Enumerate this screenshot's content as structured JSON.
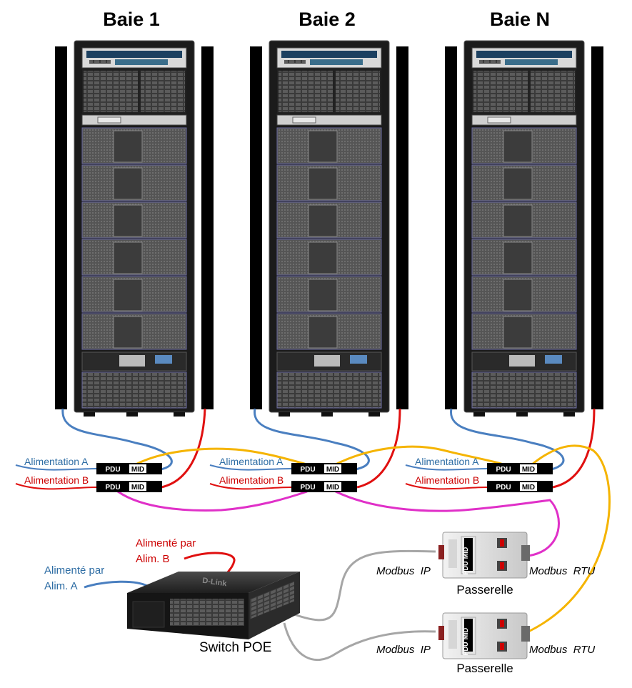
{
  "racks": [
    {
      "title": "Baie 1"
    },
    {
      "title": "Baie 2"
    },
    {
      "title": "Baie N"
    }
  ],
  "pdu": {
    "brand_left": "PDU",
    "brand_right": "MID",
    "feed_a_label": "Alimentation A",
    "feed_b_label": "Alimentation B"
  },
  "switch": {
    "title": "Switch POE",
    "power_b_line1": "Alimenté par",
    "power_b_line2": "Alim. B",
    "power_a_line1": "Alimenté par",
    "power_a_line2": "Alim. A",
    "brand": "D-Link"
  },
  "gateways": [
    {
      "title": "Passerelle",
      "left_label": "Modbus  IP",
      "right_label": "Modbus  RTU"
    },
    {
      "title": "Passerelle",
      "left_label": "Modbus  IP",
      "right_label": "Modbus  RTU"
    }
  ],
  "colors": {
    "feed_a": "#4a7fc0",
    "feed_b": "#e01010",
    "rtu_1": "#e030c8",
    "rtu_2": "#f5b400",
    "ip": "#a6a6a6"
  }
}
